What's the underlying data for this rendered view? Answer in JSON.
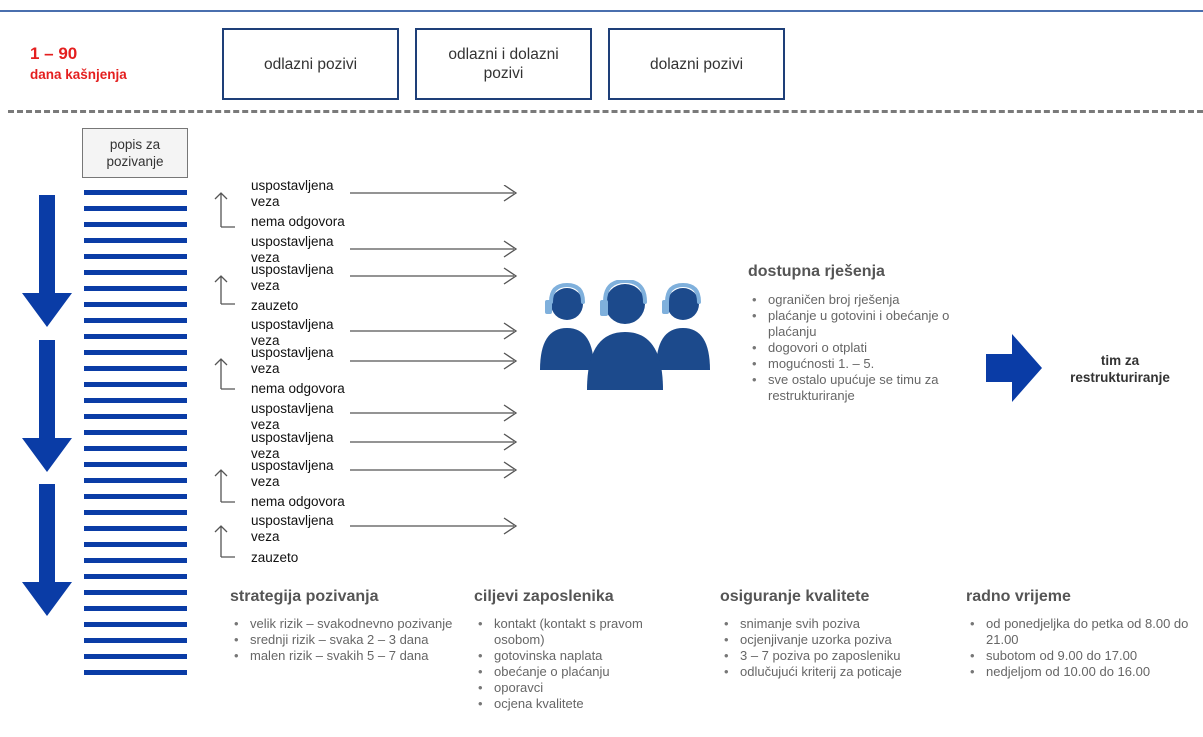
{
  "delay": {
    "range": "1 – 90",
    "caption": "dana kašnjenja"
  },
  "channels": [
    "odlazni pozivi",
    "odlazni i dolazni pozivi",
    "dolazni pozivi"
  ],
  "call_list_title": "popis za pozivanje",
  "call_outcomes": [
    {
      "text": "uspostavljena veza"
    },
    {
      "text": "nema odgovora"
    },
    {
      "text": "uspostavljena veza"
    },
    {
      "text": "uspostavljena veza"
    },
    {
      "text": "zauzeto"
    },
    {
      "text": "uspostavljena veza"
    },
    {
      "text": "uspostavljena veza"
    },
    {
      "text": "nema odgovora"
    },
    {
      "text": "uspostavljena veza"
    },
    {
      "text": "uspostavljena veza"
    },
    {
      "text": "uspostavljena veza"
    },
    {
      "text": "nema odgovora"
    },
    {
      "text": "uspostavljena veza"
    },
    {
      "text": "zauzeto"
    }
  ],
  "solutions": {
    "title": "dostupna rješenja",
    "items": [
      "ograničen broj rješenja",
      "plaćanje u gotovini i obećanje o plaćanju",
      "dogovori o otplati",
      "mogućnosti 1. – 5.",
      "sve ostalo upućuje se timu za restrukturiranje"
    ]
  },
  "restructuring_team": "tim za restrukturiranje",
  "sections": [
    {
      "title": "strategija pozivanja",
      "items": [
        "velik rizik – svakodnevno pozivanje",
        "srednji rizik – svaka 2 – 3 dana",
        "malen rizik – svakih 5 – 7 dana"
      ]
    },
    {
      "title": "ciljevi zaposlenika",
      "items": [
        "kontakt (kontakt s pravom osobom)",
        "gotovinska naplata",
        "obećanje o plaćanju",
        "oporavci",
        "ocjena kvalitete"
      ]
    },
    {
      "title": "osiguranje kvalitete",
      "items": [
        "snimanje svih poziva",
        "ocjenjivanje uzorka poziva",
        "3 – 7 poziva po zaposleniku",
        "odlučujući kriterij za poticaje"
      ]
    },
    {
      "title": "radno vrijeme",
      "items": [
        "od ponedjeljka do petka od 8.00 do 21.00",
        "subotom od 9.00 do 17.00",
        "nedjeljom od 10.00 do 16.00"
      ]
    }
  ],
  "colors": {
    "accent": "#0a3ca6",
    "delay": "#e41f1f",
    "box_border": "#1e3f78",
    "agent": "#1c4a8c"
  },
  "icons": [
    "down-arrow-icon",
    "up-return-arrow-icon",
    "right-arrow-icon",
    "call-center-agents-icon",
    "right-block-arrow-icon"
  ]
}
